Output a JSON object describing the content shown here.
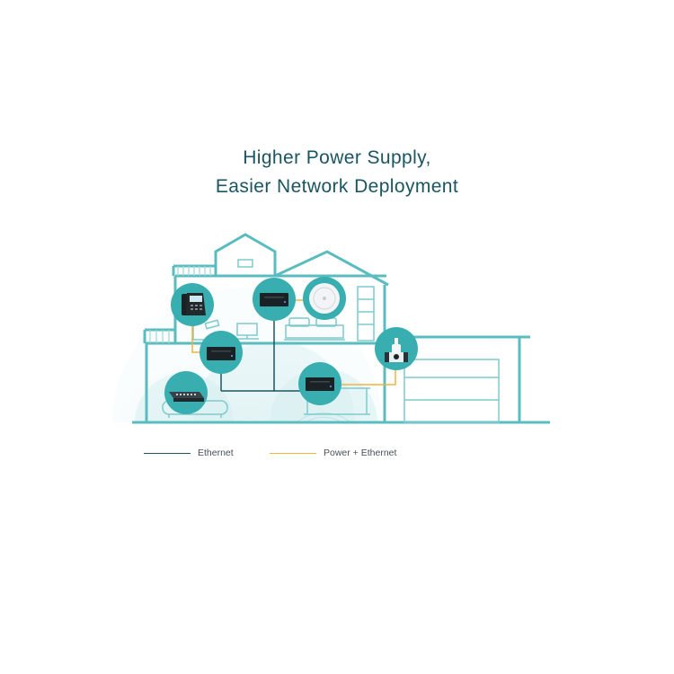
{
  "headline": {
    "line1": "Higher Power Supply,",
    "line2": "Easier Network Deployment"
  },
  "legend": {
    "ethernet": {
      "label": "Ethernet",
      "color": "#1e5560"
    },
    "poe": {
      "label": "Power + Ethernet",
      "color": "#f2b43c"
    }
  },
  "colors": {
    "house_outline": "#5bbcc0",
    "wave": "#d9f0f1",
    "device_circle": "#38aeb0",
    "device_body": "#1b2226"
  },
  "devices": [
    {
      "icon": "ip-phone-icon"
    },
    {
      "icon": "poe-switch-icon"
    },
    {
      "icon": "access-point-icon"
    },
    {
      "icon": "poe-switch-icon"
    },
    {
      "icon": "ip-camera-icon"
    },
    {
      "icon": "desktop-switch-icon"
    },
    {
      "icon": "poe-switch-icon"
    }
  ]
}
